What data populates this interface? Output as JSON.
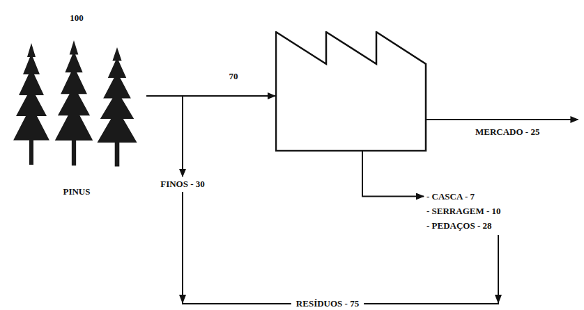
{
  "diagram": {
    "nodes": [
      {
        "text": [
          "100",
          "PINUS"
        ]
      },
      {
        "text": []
      },
      {
        "text": [
          "FINOS - 30"
        ]
      },
      {
        "text": [
          "MERCADO - 25"
        ]
      },
      {
        "text": [
          "- CASCA - 7",
          "- SERRAGEM - 10",
          "- PEDAÇOS - 28"
        ]
      },
      {
        "text": [
          "RESÍDUOS - 75"
        ]
      }
    ],
    "edges": [
      {
        "from": 0,
        "to": 1,
        "label": "70",
        "arrow": "to"
      },
      {
        "from": 0,
        "to": 2,
        "arrow": "to"
      },
      {
        "from": 1,
        "to": 3,
        "arrow": "to"
      },
      {
        "from": 1,
        "to": 4,
        "arrow": "to"
      },
      {
        "from": 2,
        "to": 5,
        "arrow": "to"
      },
      {
        "from": 4,
        "to": 5,
        "arrow": "to"
      }
    ]
  }
}
